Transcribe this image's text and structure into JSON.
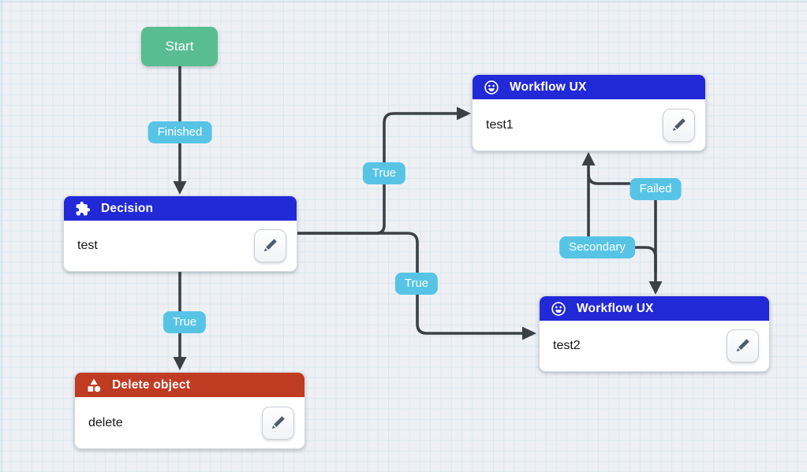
{
  "nodes": {
    "start": {
      "label": "Start"
    },
    "decision": {
      "title": "Decision",
      "name": "test"
    },
    "workflow1": {
      "title": "Workflow UX",
      "name": "test1"
    },
    "workflow2": {
      "title": "Workflow UX",
      "name": "test2"
    },
    "delete_object": {
      "title": "Delete object",
      "name": "delete"
    }
  },
  "edges": {
    "start_to_decision": {
      "label": "Finished"
    },
    "decision_to_workflow1": {
      "label": "True"
    },
    "decision_to_workflow2": {
      "label": "True"
    },
    "decision_to_delete": {
      "label": "True"
    },
    "failed_edge": {
      "label": "Failed"
    },
    "secondary_edge": {
      "label": "Secondary"
    }
  },
  "icons": {
    "decision": "puzzle-icon",
    "workflow": "smiley-face-icon",
    "delete_object": "shapes-icon",
    "edit": "pencil-icon"
  },
  "colors": {
    "header_blue": "#2229d6",
    "header_red": "#bf3b22",
    "start_green": "#58bd90",
    "badge_cyan": "#57c4e6",
    "edge_dark": "#3b4045",
    "canvas_bg": "#eef0f4",
    "grid_line": "#d9e8f1",
    "pencil_gray": "#4d5b6b"
  }
}
